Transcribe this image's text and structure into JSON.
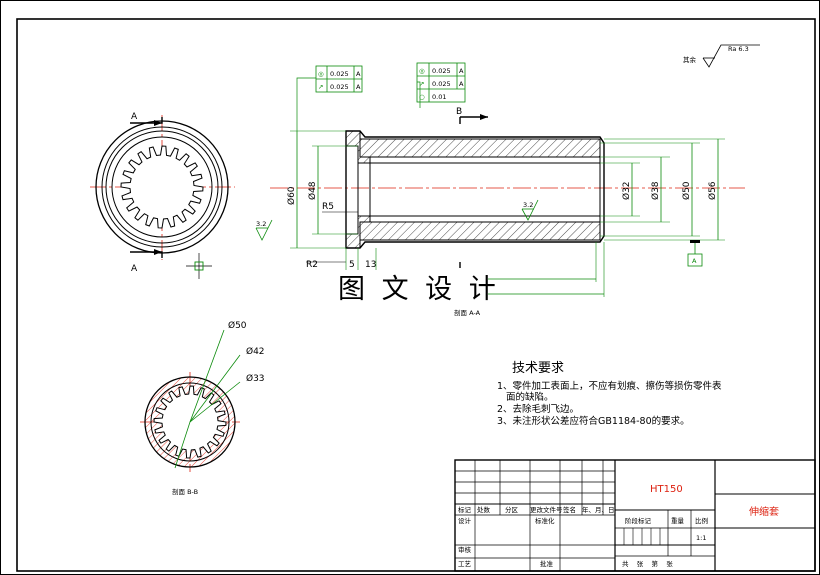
{
  "drawing": {
    "roughness_prefix": "其余",
    "roughness_value": "Ra 6.3",
    "watermark": "图 文 设 计",
    "section_a_title": "剖面 A-A",
    "section_b_title": "剖面 B-B",
    "cut_a": "A",
    "cut_b": "B",
    "datum": "A"
  },
  "tolerances": {
    "left_frame": [
      {
        "symbol": "◎",
        "value": "0.025",
        "datum": "A"
      },
      {
        "symbol": "↗",
        "value": "0.025",
        "datum": "A"
      }
    ],
    "right_frame": [
      {
        "symbol": "◎",
        "value": "0.025",
        "datum": "A"
      },
      {
        "symbol": "↗",
        "value": "0.025",
        "datum": "A"
      },
      {
        "symbol": "○",
        "value": "0.01",
        "datum": ""
      }
    ]
  },
  "dimensions": {
    "d60": "Ø60",
    "d48": "Ø48",
    "d32": "Ø32",
    "d38": "Ø38",
    "d50": "Ø50",
    "d56": "Ø56",
    "r5": "R5",
    "r2": "R2",
    "l5": "5",
    "l13": "13",
    "rough_left": "3.2",
    "rough_center": "3.2"
  },
  "section_b_dims": {
    "d50": "Ø50",
    "d42": "Ø42",
    "d33": "Ø33"
  },
  "tech_requirements": {
    "title": "技术要求",
    "lines": [
      "1、零件加工表面上，不应有划痕、擦伤等损伤零件表",
      "   面的缺陷。",
      "2、去除毛刺飞边。",
      "3、未注形状公差应符合GB1184-80的要求。"
    ]
  },
  "title_block": {
    "material": "HT150",
    "part_name": "伸缩套",
    "row_labels": [
      "标记",
      "处数",
      "分区",
      "更改文件号",
      "签名",
      "年、月、日"
    ],
    "designer": "设计",
    "standardize": "标准化",
    "review": "审核",
    "process": "工艺",
    "approve": "批准",
    "stage_mark": "阶段标记",
    "weight": "重量",
    "scale_label": "比例",
    "scale_value": "1:1",
    "sheet_row": "共    张    第    张"
  }
}
